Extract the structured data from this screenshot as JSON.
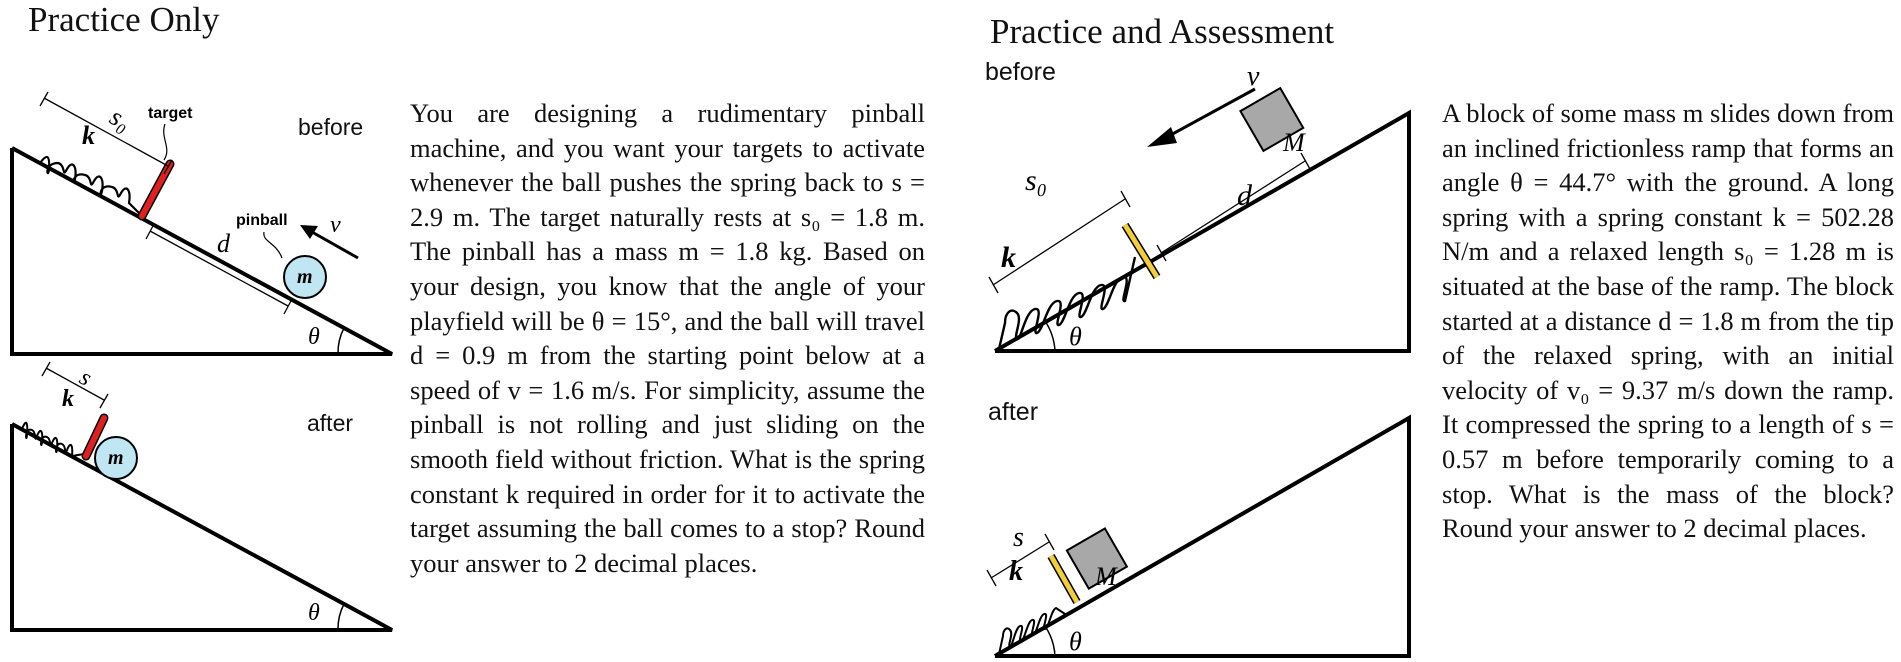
{
  "left": {
    "title": "Practice Only",
    "label_before": "before",
    "label_after": "after",
    "label_target": "target",
    "label_pinball": "pinball",
    "sym_s0": "s₀",
    "sym_s": "s",
    "sym_k": "k",
    "sym_d": "d",
    "sym_m": "m",
    "sym_theta": "θ",
    "sym_v": "v⃗",
    "problem": "You are designing a rudimentary pinball machine, and you want your targets to activate whenever the ball pushes the spring back to s = 2.9 m. The target naturally rests at s₀ = 1.8 m. The pinball has a mass m = 1.8 kg. Based on your design, you know that the angle of your playfield will be θ = 15°, and the ball will travel d = 0.9 m from the starting point below at a speed of v = 1.6 m/s. For simplicity, assume the pinball is not rolling and just sliding on the smooth field without friction. What is the spring constant k required in order for it to activate the target assuming the ball comes to a stop? Round your answer to 2 decimal places."
  },
  "right": {
    "title": "Practice and Assessment",
    "label_before": "before",
    "label_after": "after",
    "sym_s0": "s₀",
    "sym_s": "s",
    "sym_k": "k",
    "sym_d": "d",
    "sym_M": "M",
    "sym_theta": "θ",
    "sym_v": "v⃗",
    "problem": "A block of some mass m slides down from an inclined frictionless ramp that forms an angle θ = 44.7° with the ground. A long spring with a spring constant k = 502.28 N/m and a relaxed length s₀ = 1.28 m is situated at the base of the ramp. The block started at a distance d = 1.8 m from the tip of the relaxed spring, with an initial velocity of v₀ = 9.37 m/s down the ramp. It compressed the spring to a length of s = 0.57 m before temporarily coming to a stop. What is the mass of the block? Round your answer to 2 decimal places."
  },
  "colors": {
    "ball_fill": "#bfe6f2",
    "target_red": "#e02020",
    "spring_yellow": "#f2cf3a",
    "block_gray": "#a8a8a8"
  }
}
